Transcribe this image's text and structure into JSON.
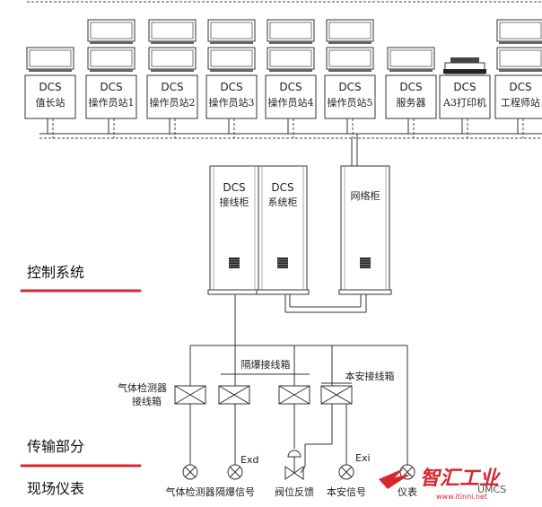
{
  "stations": [
    {
      "top": "DCS",
      "bottom": "值长站",
      "monitors": 1
    },
    {
      "top": "DCS",
      "bottom": "操作员站1",
      "monitors": 2
    },
    {
      "top": "DCS",
      "bottom": "操作员站2",
      "monitors": 2
    },
    {
      "top": "DCS",
      "bottom": "操作员站3",
      "monitors": 2
    },
    {
      "top": "DCS",
      "bottom": "操作员站4",
      "monitors": 2
    },
    {
      "top": "DCS",
      "bottom": "操作员站5",
      "monitors": 2
    },
    {
      "top": "DCS",
      "bottom": "服务器",
      "monitors": 1
    },
    {
      "top": "DCS",
      "bottom": "A3打印机",
      "monitors": 0,
      "printer": true
    },
    {
      "top": "DCS",
      "bottom": "工程师站",
      "monitors": 2
    }
  ],
  "cabinets": [
    {
      "line1": "DCS",
      "line2": "接线柜"
    },
    {
      "line1": "DCS",
      "line2": "系统柜"
    },
    {
      "line1": "",
      "line2": "网络柜"
    }
  ],
  "boxes": {
    "gas_box_label_1": "气体检测器",
    "gas_box_label_2": "接线箱",
    "explosion_box_label": "隔爆接线箱",
    "intrinsic_box_label": "本安接线箱"
  },
  "field": {
    "exd": "Exd",
    "exi": "Exi",
    "instruments": [
      "气体检测器",
      "隔爆信号",
      "阀位反馈",
      "本安信号",
      "仪表"
    ]
  },
  "sections": {
    "control": "控制系统",
    "transmission": "传输部分",
    "field": "现场仪表"
  },
  "watermark": {
    "brand": "智汇工业",
    "site": "www.itinni.net",
    "tag": "UMCS"
  },
  "colors": {
    "section_underline": "#d7262c",
    "watermark": "#d7262c",
    "line": "#333333"
  }
}
